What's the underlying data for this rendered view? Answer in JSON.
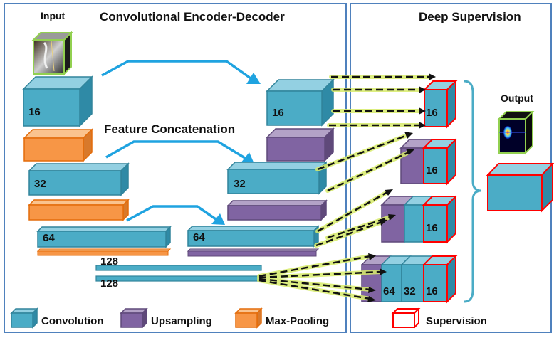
{
  "titles": {
    "input": "Input",
    "encoder_decoder": "Convolutional Encoder-Decoder",
    "deep_supervision": "Deep Supervision",
    "feature_concat": "Feature Concatenation",
    "output": "Output"
  },
  "channels": {
    "level1": "16",
    "level2": "32",
    "level3": "64",
    "bottleneck": "128"
  },
  "legend": {
    "convolution": "Convolution",
    "upsampling": "Upsampling",
    "max_pooling": "Max-Pooling",
    "supervision": "Supervision"
  },
  "colors": {
    "convolution": "#4bacc6",
    "upsampling": "#8064a2",
    "max_pooling": "#f79646",
    "supervision": "#ff0000",
    "panel_border": "#4f81bd",
    "arrow_blue": "#1fa3e0",
    "skip_arrow_fill": "#1a1a1a",
    "skip_arrow_glow": "#d8ec6a"
  }
}
